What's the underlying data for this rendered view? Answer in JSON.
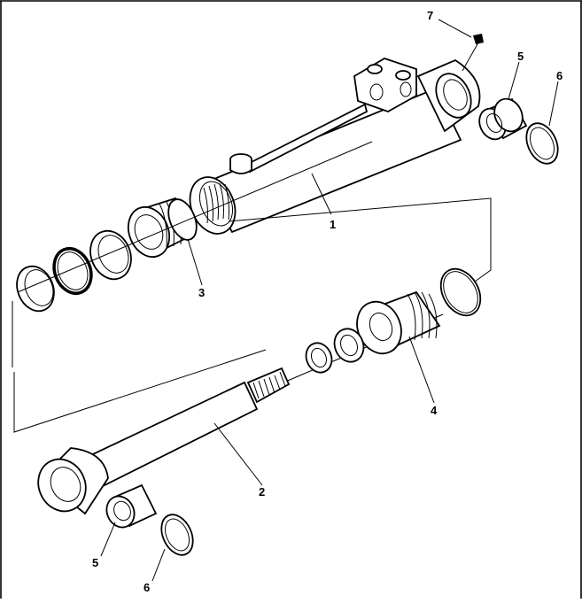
{
  "labels": {
    "l1": "1",
    "l2": "2",
    "l3": "3",
    "l4": "4",
    "l5a": "5",
    "l6a": "6",
    "l5b": "5",
    "l6b": "6",
    "l7": "7"
  },
  "colors": {
    "ink": "#000000",
    "paper": "#ffffff"
  }
}
